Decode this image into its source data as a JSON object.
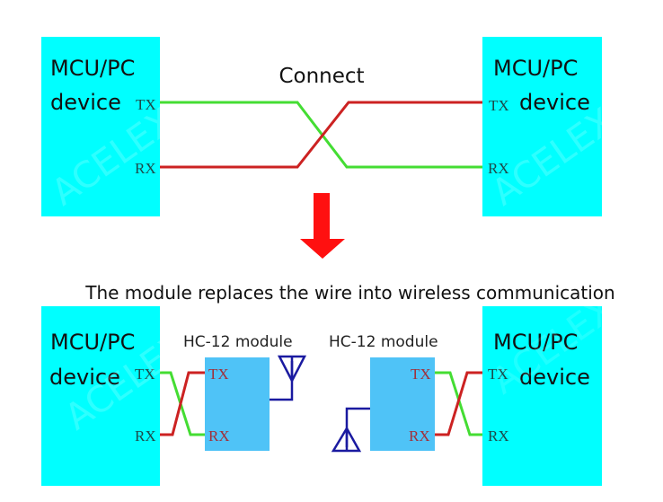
{
  "top": {
    "connect_label": "Connect",
    "left_device": {
      "line1": "MCU/PC",
      "line2": "device",
      "tx": "TX",
      "rx": "RX"
    },
    "right_device": {
      "line1": "MCU/PC",
      "line2": "device",
      "tx": "TX",
      "rx": "RX"
    },
    "watermark": "ACELEX"
  },
  "arrow": {
    "icon": "down-arrow-icon"
  },
  "bottom": {
    "caption": "The module replaces the wire into wireless communication",
    "left_device": {
      "line1": "MCU/PC",
      "line2": "device",
      "tx": "TX",
      "rx": "RX"
    },
    "right_device": {
      "line1": "MCU/PC",
      "line2": "device",
      "tx": "TX",
      "rx": "RX"
    },
    "left_module": {
      "label": "HC-12 module",
      "tx": "TX",
      "rx": "RX"
    },
    "right_module": {
      "label": "HC-12 module",
      "tx": "TX",
      "rx": "RX"
    },
    "antenna_icon": "antenna-icon"
  },
  "colors": {
    "device_fill": "#00ffff",
    "module_fill": "#4fc3f7",
    "wire_green": "#44dd33",
    "wire_red": "#cc2222",
    "arrow_red": "#ff1010",
    "antenna_blue": "#1a1aa0",
    "device_pin_text": "#1d4a4a",
    "module_pin_text": "#a0303a"
  }
}
